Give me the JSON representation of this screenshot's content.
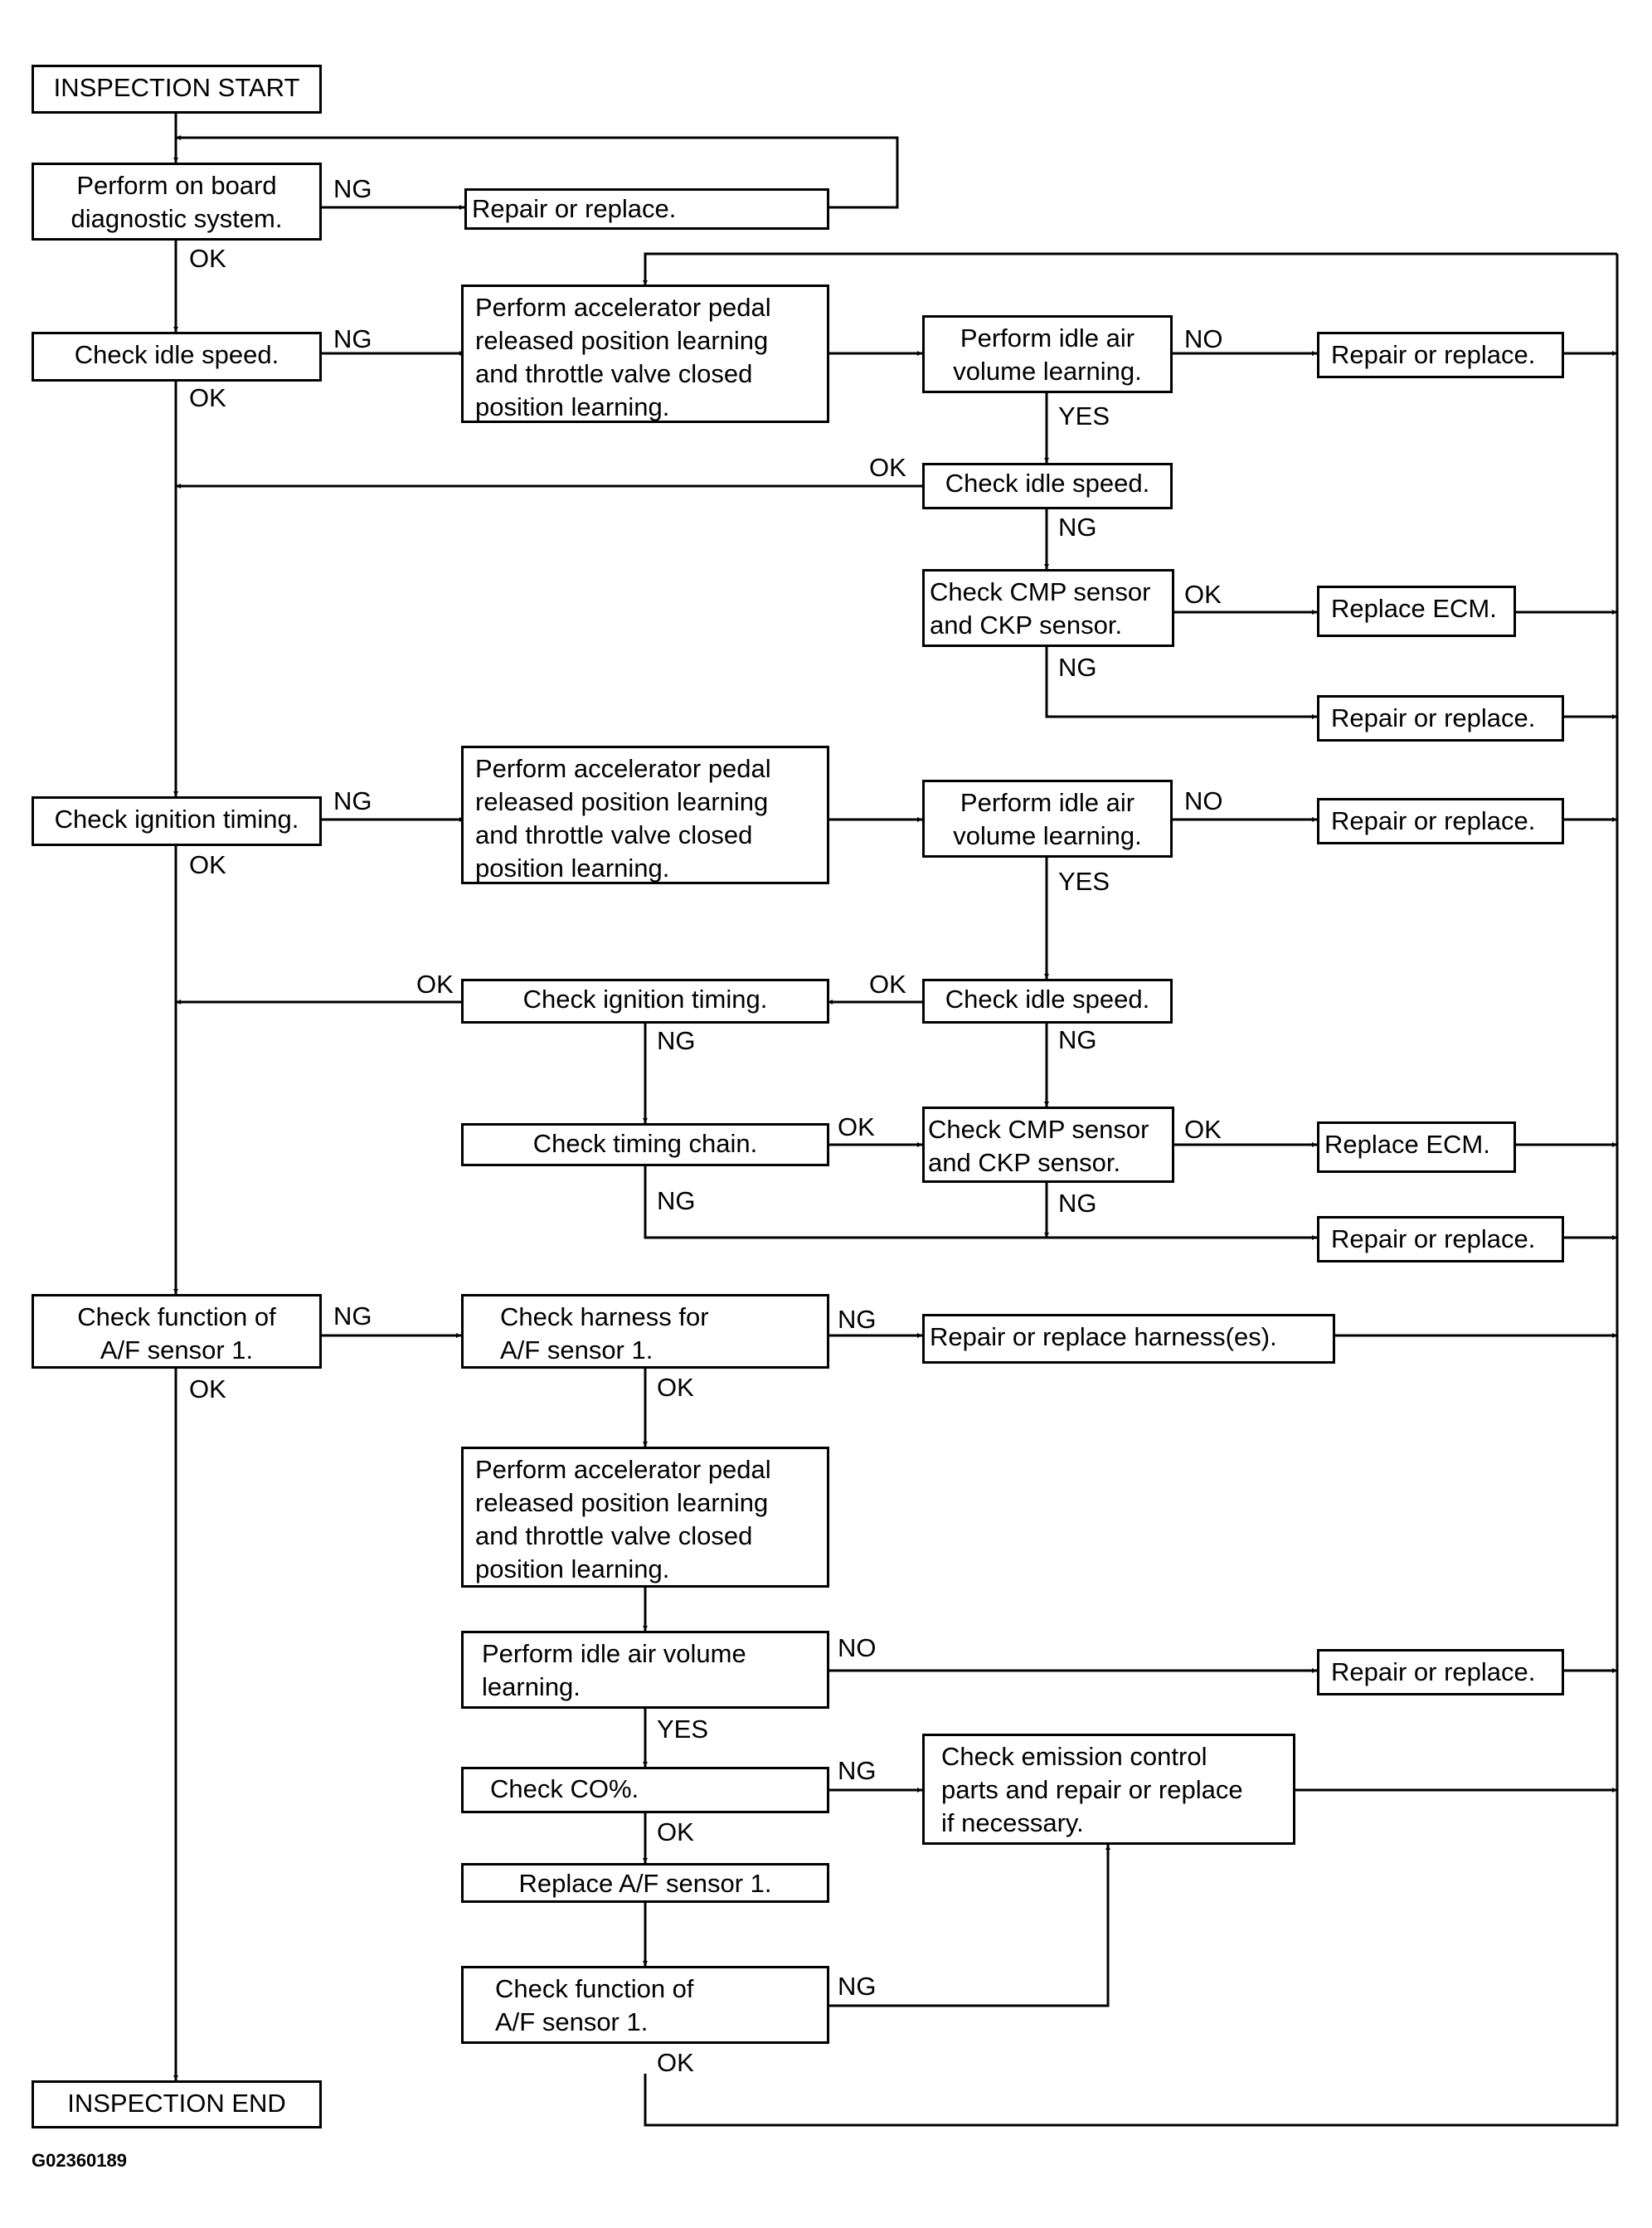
{
  "boxes": {
    "start": "INSPECTION START",
    "obd": "Perform on board\ndiagnostic system.",
    "repair_top": "Repair or replace.",
    "idle1": "Check idle speed.",
    "learn1": "Perform accelerator pedal\nreleased position learning\nand throttle valve closed\nposition learning.",
    "air1": "Perform idle air\nvolume learning.",
    "repair1": "Repair or replace.",
    "idle2": "Check idle speed.",
    "cmp1": "Check CMP sensor\nand CKP sensor.",
    "ecm1": "Replace ECM.",
    "repair2": "Repair or replace.",
    "ign1": "Check ignition timing.",
    "learn2": "Perform accelerator pedal\nreleased position learning\nand throttle valve closed\nposition learning.",
    "air2": "Perform idle air\nvolume learning.",
    "repair3": "Repair or replace.",
    "ign2": "Check ignition timing.",
    "idle3": "Check idle speed.",
    "chain": "Check timing chain.",
    "cmp2": "Check CMP sensor\nand CKP sensor.",
    "ecm2": "Replace ECM.",
    "repair4": "Repair or replace.",
    "af1": "Check function of\nA/F sensor 1.",
    "harness": "Check harness for\nA/F sensor 1.",
    "repair_harness": "Repair or replace harness(es).",
    "learn3": "Perform accelerator pedal\nreleased position learning\nand throttle valve closed\nposition learning.",
    "air3": "Perform idle air volume\nlearning.",
    "repair5": "Repair or replace.",
    "co": "Check CO%.",
    "emission": "Check emission control\nparts and repair or replace\nif necessary.",
    "replace_af": "Replace A/F sensor 1.",
    "af2": "Check function of\nA/F sensor 1.",
    "end": "INSPECTION END"
  },
  "labels": {
    "ng": "NG",
    "ok": "OK",
    "no": "NO",
    "yes": "YES"
  },
  "figure_id": "G02360189"
}
